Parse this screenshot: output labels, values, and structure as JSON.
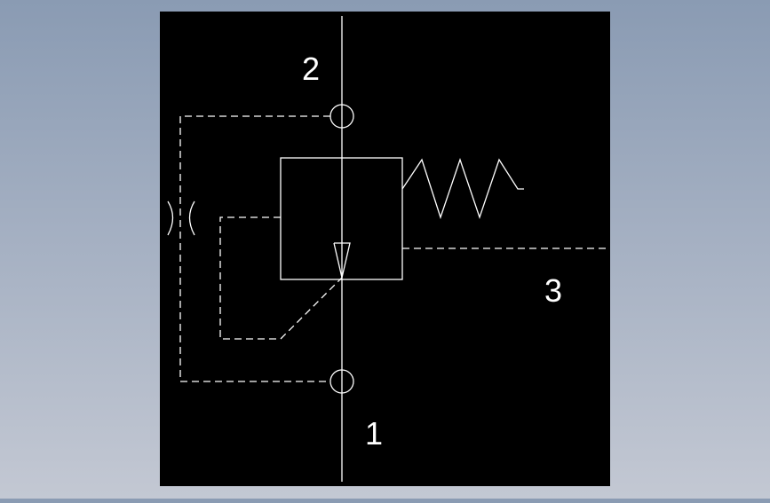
{
  "colors": {
    "canvas": "#000000",
    "stroke": "#ffffff",
    "background_top": "#8a9bb3",
    "background_bottom": "#c3c8d3"
  },
  "ports": {
    "port_2": "2",
    "port_3": "3",
    "port_1": "1"
  }
}
